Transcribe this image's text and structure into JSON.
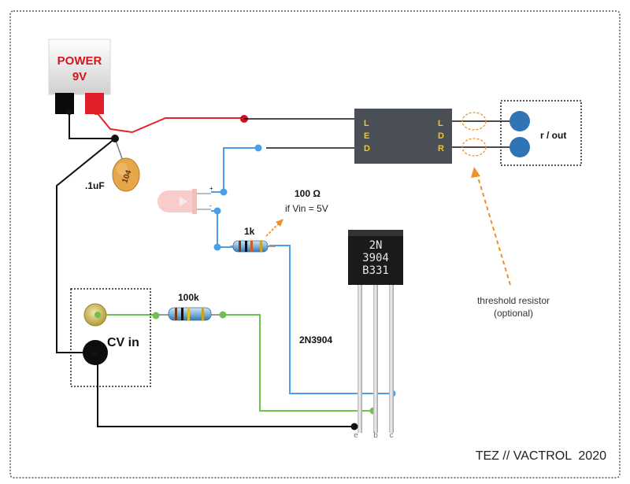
{
  "power": {
    "title": "POWER",
    "voltage": "9V"
  },
  "capacitor": {
    "label": ".1uF",
    "code": "104"
  },
  "vactrol": {
    "led_letters": [
      "L",
      "E",
      "D"
    ],
    "ldr_letters": [
      "L",
      "D",
      "R"
    ]
  },
  "output": {
    "label": "r / out"
  },
  "resistor_led": {
    "label": "1k",
    "alt_value": "100 Ω",
    "alt_condition": "if Vin = 5V"
  },
  "resistor_input": {
    "label": "100k"
  },
  "led_pins": {
    "plus": "+",
    "minus": "-"
  },
  "transistor": {
    "body_lines": [
      "2N",
      "3904",
      "B331"
    ],
    "label": "2N3904",
    "pins": [
      "e",
      "b",
      "c"
    ]
  },
  "cv_in": {
    "label": "CV in"
  },
  "threshold": {
    "line1": "threshold resistor",
    "line2": "(optional)"
  },
  "credit": "TEZ // VACTROL  2020",
  "colors": {
    "red_wire": "#e8202a",
    "blue_wire": "#4a9fe6",
    "green_wire": "#6cc24a",
    "black_wire": "#111111",
    "accent_orange": "#f0902a",
    "vactrol_body": "#4a4f55",
    "vactrol_text": "#f5c518",
    "jack_blue": "#2f74b5"
  }
}
